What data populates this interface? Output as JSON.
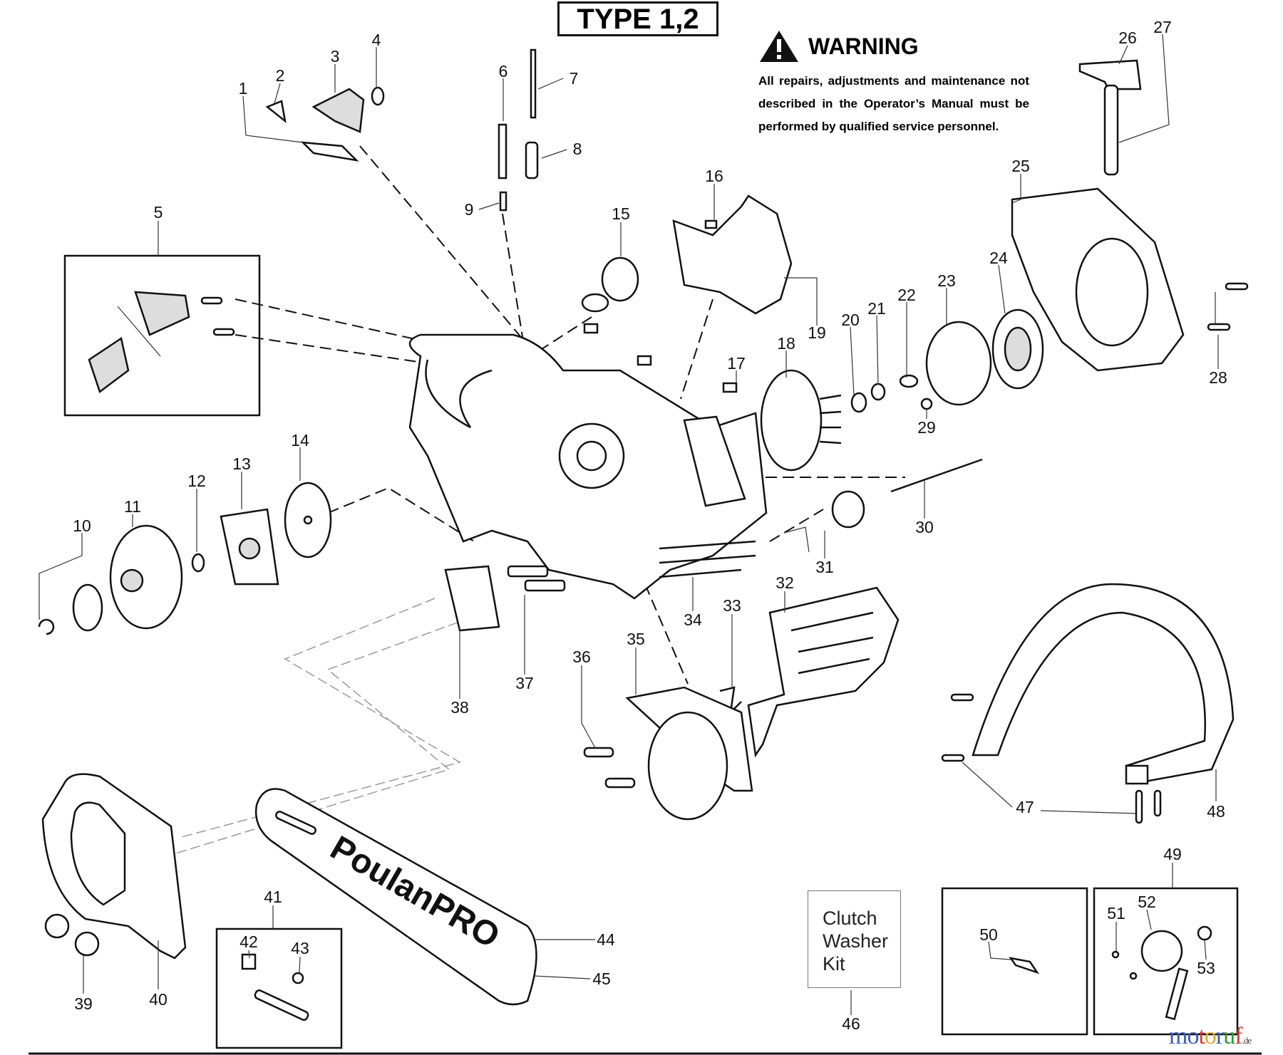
{
  "title": "TYPE 1,2",
  "warning": {
    "heading": "WARNING",
    "text": "All repairs, adjustments and maintenance not described in the Operator’s Manual must be performed by qualified service personnel."
  },
  "callouts": [
    "1",
    "2",
    "3",
    "4",
    "5",
    "6",
    "7",
    "8",
    "9",
    "10",
    "11",
    "12",
    "13",
    "14",
    "15",
    "16",
    "17",
    "18",
    "19",
    "20",
    "21",
    "22",
    "23",
    "24",
    "25",
    "26",
    "27",
    "28",
    "29",
    "30",
    "31",
    "32",
    "33",
    "34",
    "35",
    "36",
    "37",
    "38",
    "39",
    "40",
    "41",
    "42",
    "43",
    "44",
    "45",
    "46",
    "47",
    "48",
    "49",
    "50",
    "51",
    "52",
    "53"
  ],
  "kit_box": {
    "line1": "Clutch",
    "line2": "Washer",
    "line3": "Kit"
  },
  "bar_brand": "PoulanPRO",
  "watermark": {
    "name": "motoruf",
    "suffix": ".de"
  },
  "colors": {
    "ink": "#111111",
    "background": "#ffffff"
  }
}
